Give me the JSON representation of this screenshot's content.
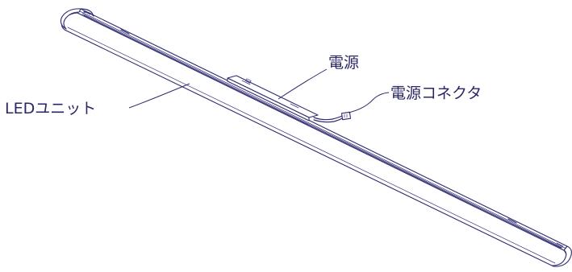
{
  "labels": {
    "led_unit": "LEDユニット",
    "power_supply": "電源",
    "power_connector": "電源コネクタ"
  },
  "colors": {
    "line": "#2f2c6e",
    "text": "#2a2766",
    "background": "#ffffff"
  }
}
